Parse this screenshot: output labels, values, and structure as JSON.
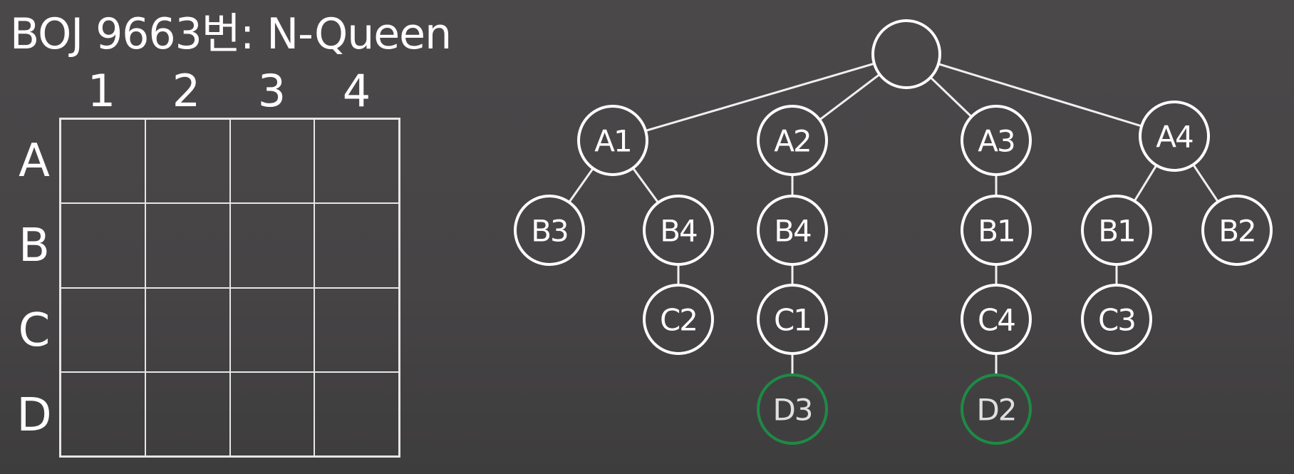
{
  "title": "BOJ 9663번: N-Queen",
  "board": {
    "columns": [
      "1",
      "2",
      "3",
      "4"
    ],
    "rows": [
      "A",
      "B",
      "C",
      "D"
    ]
  },
  "tree": {
    "nodes": [
      {
        "id": "root",
        "label": ""
      },
      {
        "id": "a1",
        "label": "A1"
      },
      {
        "id": "a2",
        "label": "A2"
      },
      {
        "id": "a3",
        "label": "A3"
      },
      {
        "id": "a4",
        "label": "A4"
      },
      {
        "id": "a1-b3",
        "label": "B3"
      },
      {
        "id": "a1-b4",
        "label": "B4"
      },
      {
        "id": "a2-b4",
        "label": "B4"
      },
      {
        "id": "a3-b1",
        "label": "B1"
      },
      {
        "id": "a4-b1",
        "label": "B1"
      },
      {
        "id": "a4-b2",
        "label": "B2"
      },
      {
        "id": "a1-b4-c2",
        "label": "C2"
      },
      {
        "id": "a2-b4-c1",
        "label": "C1"
      },
      {
        "id": "a3-b1-c4",
        "label": "C4"
      },
      {
        "id": "a4-b1-c3",
        "label": "C3"
      },
      {
        "id": "a2-b4-c1-d3",
        "label": "D3",
        "solution": true
      },
      {
        "id": "a3-b1-c4-d2",
        "label": "D2",
        "solution": true
      }
    ],
    "edges": [
      [
        "root",
        "a1"
      ],
      [
        "root",
        "a2"
      ],
      [
        "root",
        "a3"
      ],
      [
        "root",
        "a4"
      ],
      [
        "a1",
        "a1-b3"
      ],
      [
        "a1",
        "a1-b4"
      ],
      [
        "a2",
        "a2-b4"
      ],
      [
        "a3",
        "a3-b1"
      ],
      [
        "a4",
        "a4-b1"
      ],
      [
        "a4",
        "a4-b2"
      ],
      [
        "a1-b4",
        "a1-b4-c2"
      ],
      [
        "a2-b4",
        "a2-b4-c1"
      ],
      [
        "a3-b1",
        "a3-b1-c4"
      ],
      [
        "a4-b1",
        "a4-b1-c3"
      ],
      [
        "a2-b4-c1",
        "a2-b4-c1-d3"
      ],
      [
        "a3-b1-c4",
        "a3-b1-c4-d2"
      ]
    ],
    "colors": {
      "node_stroke": "#ffffff",
      "solution_stroke": "#1e8a46",
      "solution_text": "#e0e0e0",
      "edge": "#f0f0f0"
    }
  }
}
